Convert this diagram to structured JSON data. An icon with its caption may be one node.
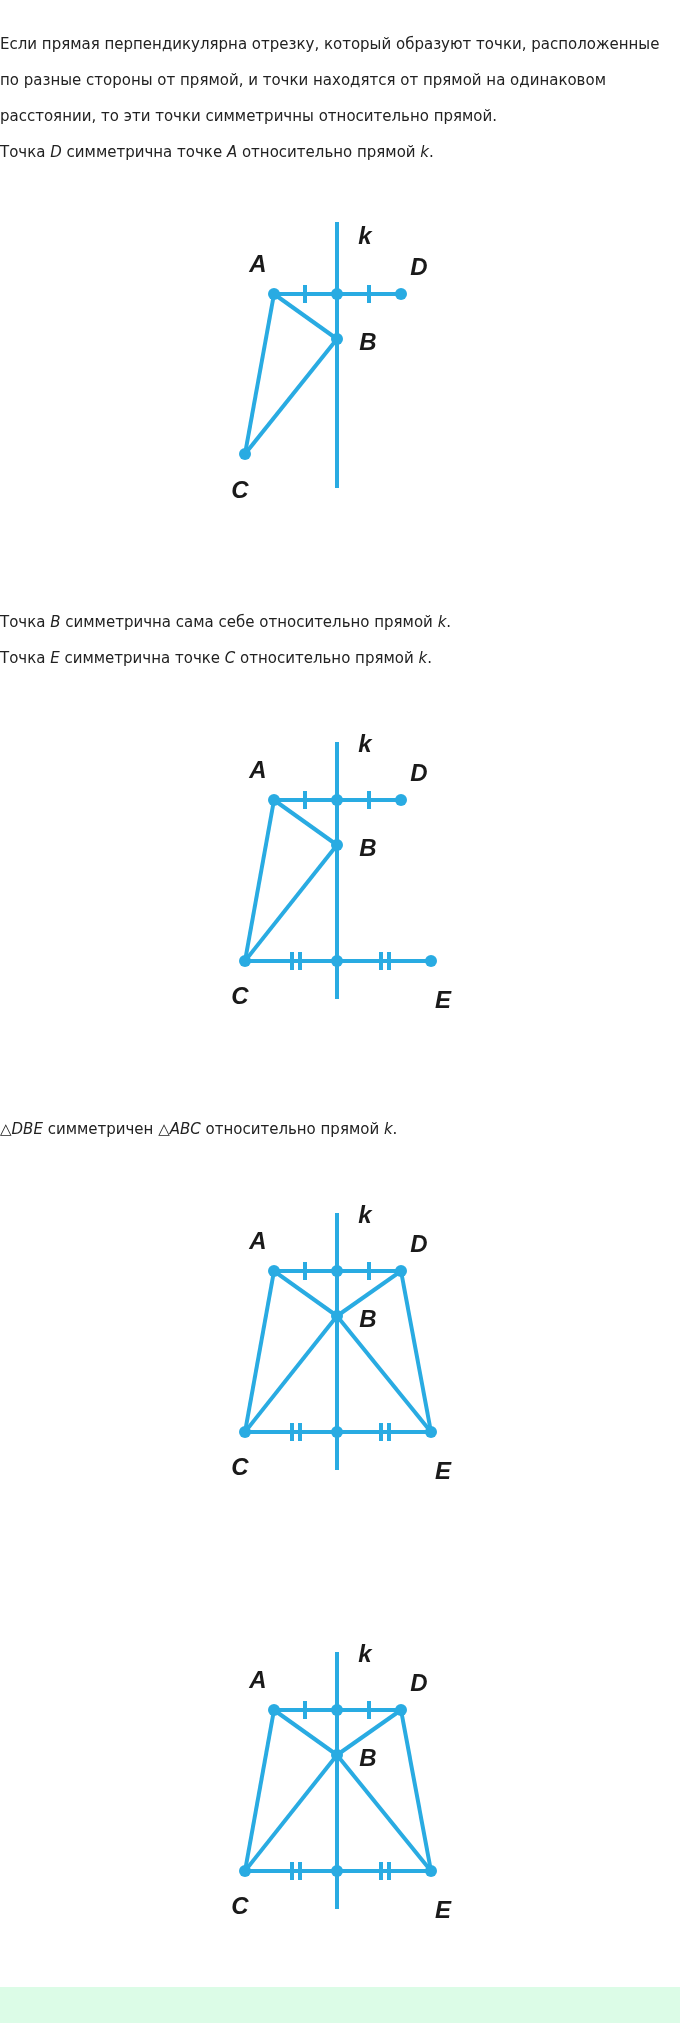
{
  "diagram": {
    "labels": [
      "Если прямая перпендикулярна отрезку, который образуют точки, расположенные по разные стороны от прямой, и точки находятся от прямой на одинаковом расстоянии, то эти точки симметричны относительно прямой.",
      "Точка *D* симметрична точке *A* относительно прямой *k*.",
      "k",
      "A",
      "D",
      "B",
      "C",
      "Точка *B* симметрична сама себе относительно прямой *k*.",
      "Точка *E* симметрична точке *C* относительно прямой *k*.",
      "k",
      "A",
      "D",
      "B",
      "C",
      "E",
      "△*DBE* симметричен △*ABC* относительно прямой *k*.",
      "k",
      "A",
      "D",
      "B",
      "C",
      "E",
      "k",
      "A",
      "D",
      "B",
      "C",
      "E"
    ]
  }
}
